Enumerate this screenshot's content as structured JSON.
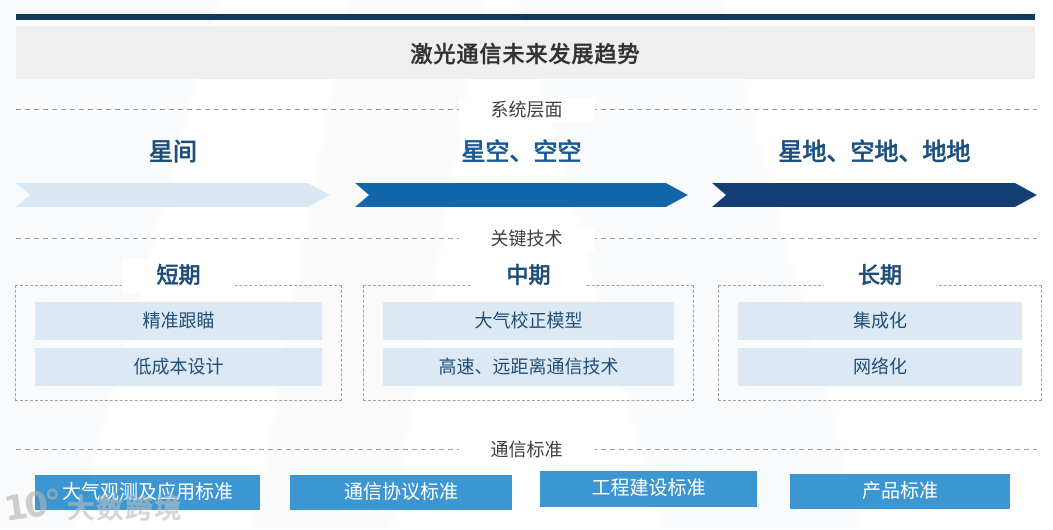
{
  "title": "激光通信未来发展趋势",
  "system_section": {
    "label": "系统层面",
    "items": [
      {
        "label": "星间"
      },
      {
        "label": "星空、空空"
      },
      {
        "label": "星地、空地、地地"
      }
    ]
  },
  "tech_section": {
    "label": "关键技术",
    "columns": [
      {
        "header": "短期",
        "items": [
          "精准跟瞄",
          "低成本设计"
        ]
      },
      {
        "header": "中期",
        "items": [
          "大气校正模型",
          "高速、远距离通信技术"
        ]
      },
      {
        "header": "长期",
        "items": [
          "集成化",
          "网络化"
        ]
      }
    ]
  },
  "standards_section": {
    "label": "通信标准",
    "buttons": [
      "大气观测及应用标准",
      "通信协议标准",
      "工程建设标准",
      "产品标准"
    ]
  },
  "watermark": {
    "logo": "10°",
    "text": "大数跨境"
  },
  "colors": {
    "top_bar": "#123a5f",
    "title_bg": "#efefef",
    "title_text": "#333333",
    "arrow_light": "#d9e7f3",
    "arrow_mid": "#1266ab",
    "arrow_dark": "#123e73",
    "item_bar_bg": "#dce9f5",
    "dark_blue_text": "#1f4e79",
    "button_bg": "#3b96d2"
  }
}
